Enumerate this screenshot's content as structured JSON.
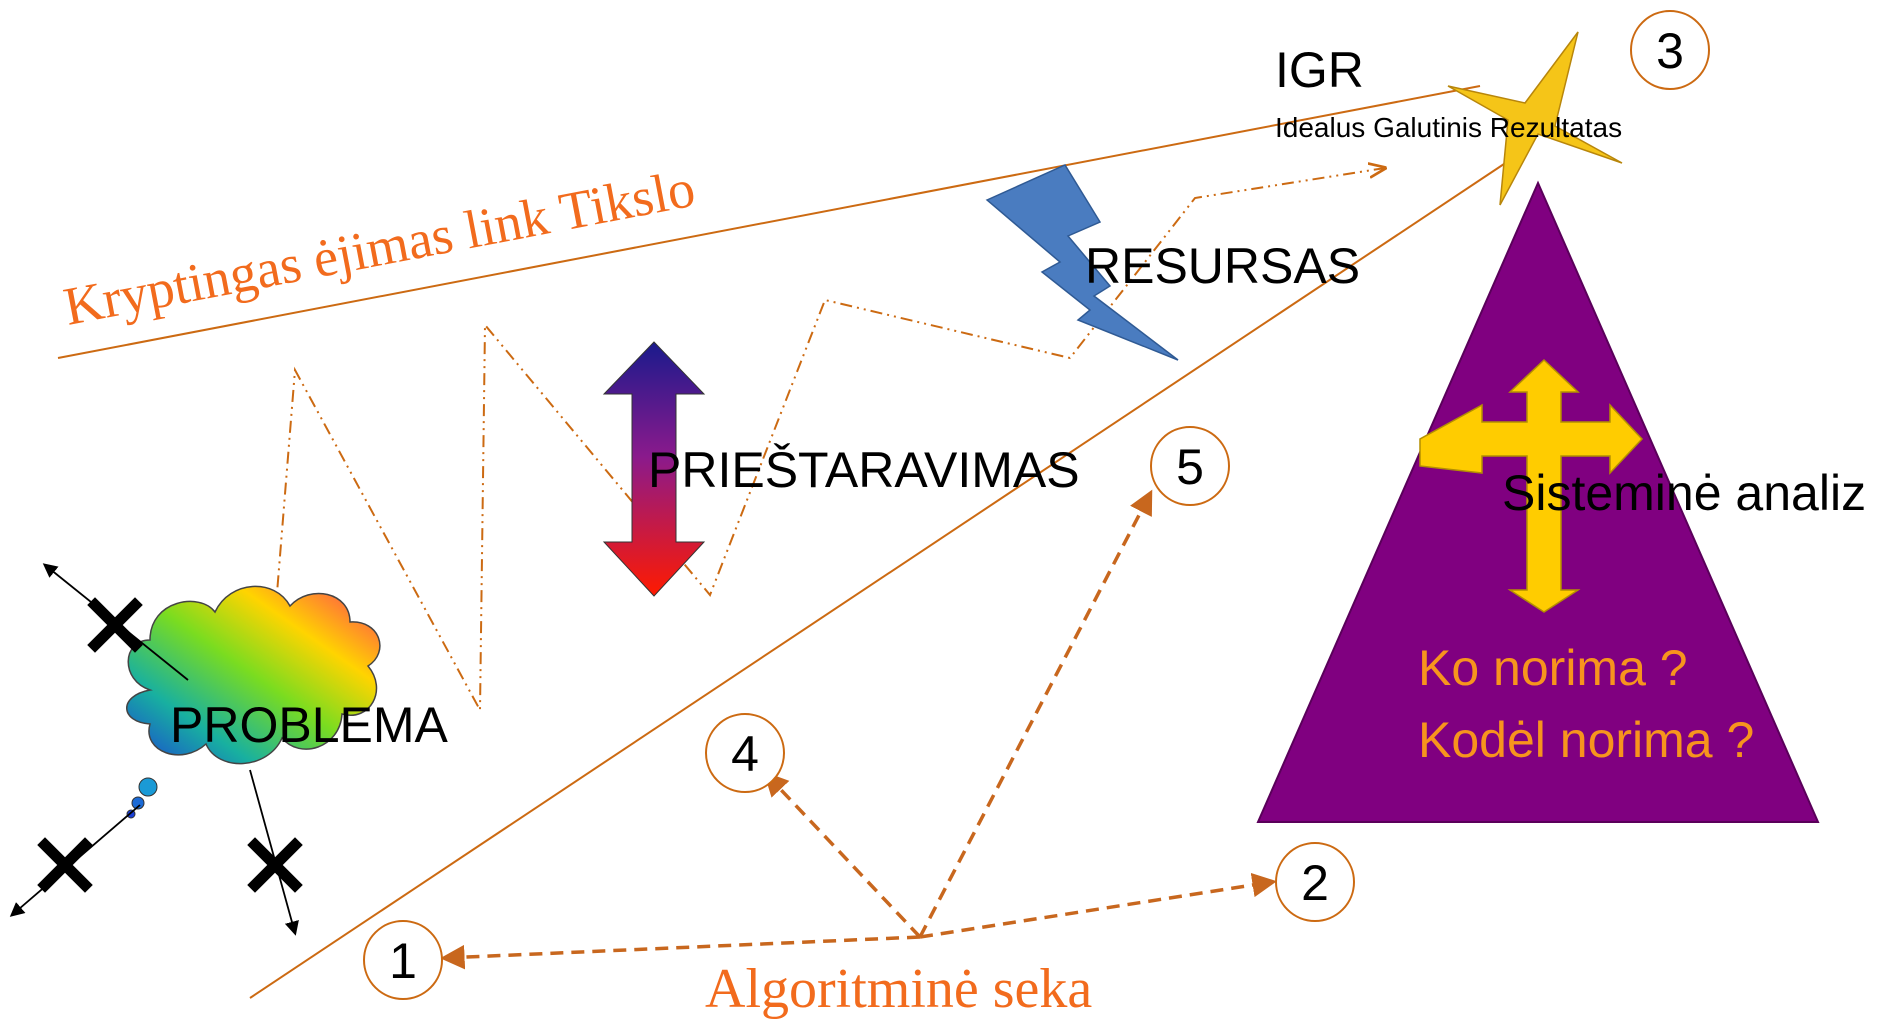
{
  "labels": {
    "goal_path": "Kryptingas ėjimas link Tikslo",
    "igr": "IGR",
    "igr_full": "Idealus Galutinis Rezultatas",
    "resource": "RESURSAS",
    "contradiction": "PRIEŠTARAVIMAS",
    "problem": "PROBLEMA",
    "system_analysis": "Sisteminė analiz",
    "question_what": "Ko norima ?",
    "question_why": "Kodėl norima ?",
    "algorithm": "Algoritminė seka"
  },
  "steps": [
    "1",
    "2",
    "3",
    "4",
    "5"
  ],
  "colors": {
    "orange_line": "#CC6A12",
    "orange_text": "#F26B1D",
    "dashed_arrow": "#C8671E",
    "triangle": "#800080",
    "star": "#F5C518",
    "cross_arrows": "#F5C400",
    "bolt": "#4A7CC0",
    "question_text": "#F7941D"
  },
  "icons": [
    "star-icon",
    "lightning-bolt-icon",
    "double-arrow-icon",
    "cloud-icon",
    "x-mark-icon",
    "four-way-arrow-icon"
  ]
}
